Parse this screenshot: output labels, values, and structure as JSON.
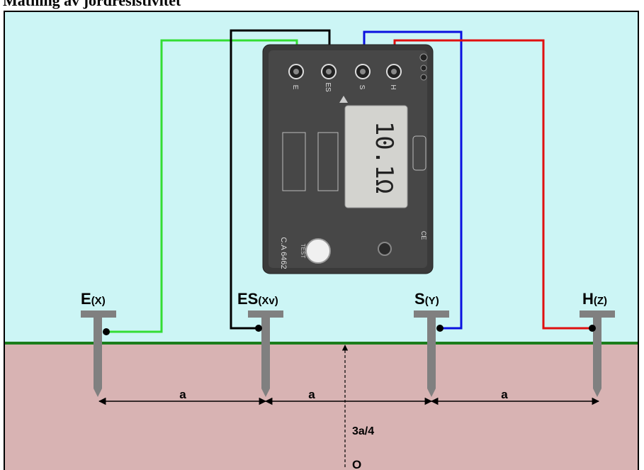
{
  "title": "Mätning av jordresistivitet",
  "instrument": {
    "display_value": "10.1Ω",
    "model": "C.A 6462",
    "terminals": [
      "E",
      "ES",
      "S",
      "H"
    ],
    "test_button_label": "TEST"
  },
  "electrodes": [
    {
      "name": "E",
      "code": "(X)"
    },
    {
      "name": "ES",
      "code": "(Xv)"
    },
    {
      "name": "S",
      "code": "(Y)"
    },
    {
      "name": "H",
      "code": "(Z)"
    }
  ],
  "spacing_label": "a",
  "depth_label": "3a/4",
  "origin_label": "O",
  "colors": {
    "sky": "#ccf5f5",
    "ground": "#d8b3b3",
    "grass": "#1b7d1b",
    "wire_E": "#33dd33",
    "wire_ES": "#000000",
    "wire_S": "#0a10e0",
    "wire_H": "#e01010",
    "electrode": "#808080",
    "instrument": "#3a3a3a"
  }
}
